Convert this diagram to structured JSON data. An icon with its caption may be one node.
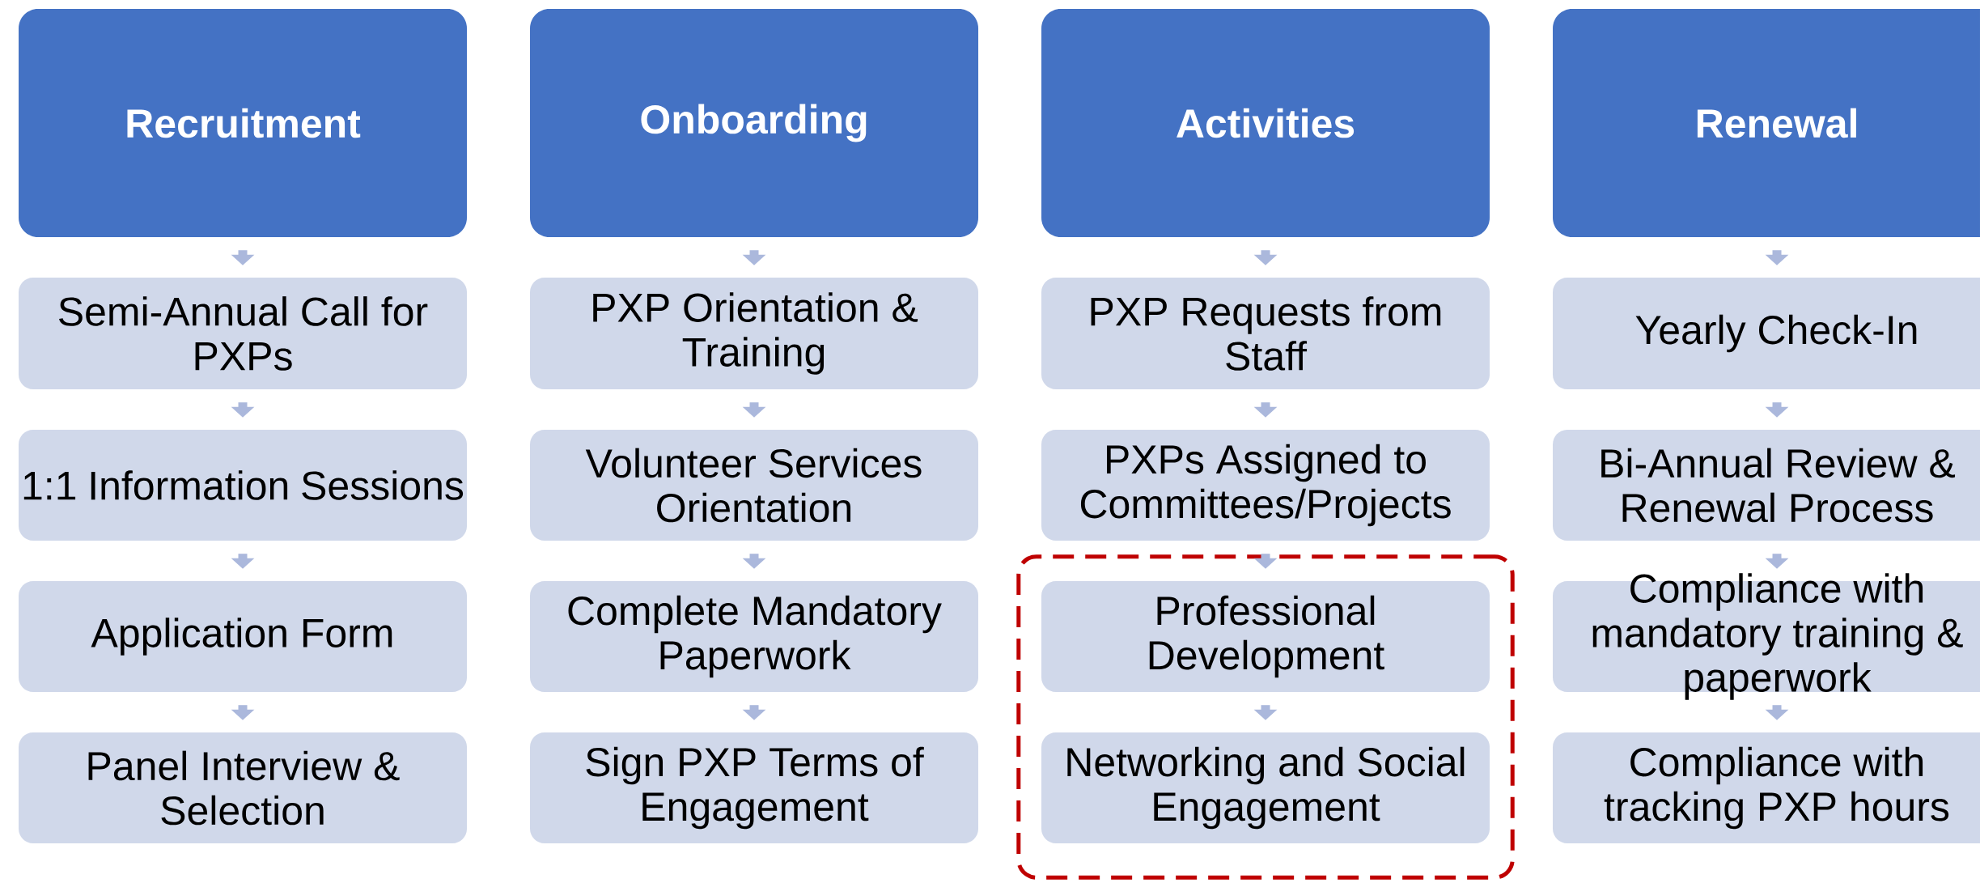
{
  "diagram": {
    "nodes": [
      {
        "text": [
          "Recruitment"
        ]
      },
      {
        "text": [
          "Semi-Annual Call for PXPs"
        ]
      },
      {
        "text": [
          "1:1 Information Sessions"
        ]
      },
      {
        "text": [
          "Application Form"
        ]
      },
      {
        "text": [
          "Panel Interview & Selection"
        ]
      },
      {
        "text": [
          "Onboarding"
        ]
      },
      {
        "text": [
          "PXP Orientation & Training"
        ]
      },
      {
        "text": [
          "Volunteer Services Orientation"
        ]
      },
      {
        "text": [
          "Complete Mandatory Paperwork"
        ]
      },
      {
        "text": [
          "Sign PXP Terms of Engagement"
        ]
      },
      {
        "text": [
          "Activities"
        ]
      },
      {
        "text": [
          "PXP Requests from Staff"
        ]
      },
      {
        "text": [
          "PXPs Assigned to Committees/Projects"
        ]
      },
      {
        "text": [],
        "shape": "box"
      },
      {
        "text": [
          "Professional Development"
        ],
        "in": 13
      },
      {
        "text": [
          "Networking and Social Engagement"
        ],
        "in": 13
      },
      {
        "text": [
          "Renewal"
        ]
      },
      {
        "text": [
          "Yearly Check-In"
        ]
      },
      {
        "text": [
          "Bi-Annual Review & Renewal Process"
        ]
      },
      {
        "text": [
          "Compliance with mandatory training & paperwork"
        ]
      },
      {
        "text": [
          "Compliance with tracking PXP hours"
        ]
      }
    ],
    "edges": [
      {
        "from": 0,
        "to": 1,
        "arrow": "to"
      },
      {
        "from": 1,
        "to": 2,
        "arrow": "to"
      },
      {
        "from": 2,
        "to": 3,
        "arrow": "to"
      },
      {
        "from": 3,
        "to": 4,
        "arrow": "to"
      },
      {
        "from": 5,
        "to": 6,
        "arrow": "to"
      },
      {
        "from": 6,
        "to": 7,
        "arrow": "to"
      },
      {
        "from": 7,
        "to": 8,
        "arrow": "to"
      },
      {
        "from": 8,
        "to": 9,
        "arrow": "to"
      },
      {
        "from": 10,
        "to": 11,
        "arrow": "to"
      },
      {
        "from": 11,
        "to": 12,
        "arrow": "to"
      },
      {
        "from": 12,
        "to": 14,
        "arrow": "to"
      },
      {
        "from": 14,
        "to": 15,
        "arrow": "to"
      },
      {
        "from": 16,
        "to": 17,
        "arrow": "to"
      },
      {
        "from": 17,
        "to": 18,
        "arrow": "to"
      },
      {
        "from": 18,
        "to": 19,
        "arrow": "to"
      },
      {
        "from": 19,
        "to": 20,
        "arrow": "to"
      }
    ]
  }
}
